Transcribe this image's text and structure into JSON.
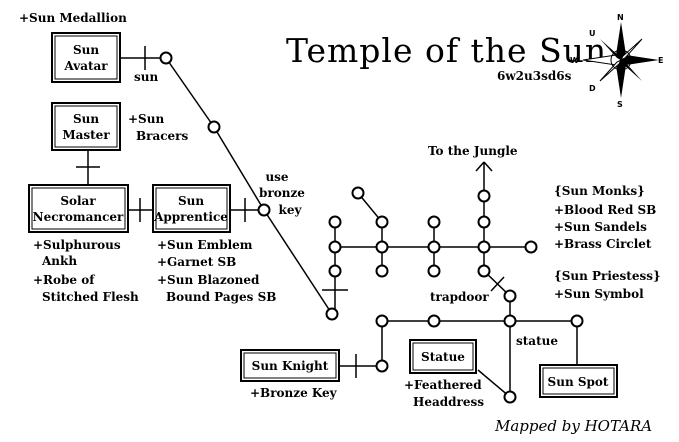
{
  "title": "Temple of the Sun",
  "code": "6w2u3sd6s",
  "credit": "Mapped by HOTARA",
  "compass": {
    "n": "N",
    "s": "S",
    "e": "E",
    "w": "W",
    "u": "U",
    "d": "D"
  },
  "rooms": {
    "sun_avatar": {
      "line1": "Sun",
      "line2": "Avatar"
    },
    "sun_master": {
      "line1": "Sun",
      "line2": "Master"
    },
    "solar_necromancer": {
      "line1": "Solar",
      "line2": "Necromancer"
    },
    "sun_apprentice": {
      "line1": "Sun",
      "line2": "Apprentice"
    },
    "sun_knight": {
      "label": "Sun Knight"
    },
    "statue": {
      "label": "Statue"
    },
    "sun_spot": {
      "label": "Sun Spot"
    }
  },
  "notes": {
    "avatar_drop": "+Sun Medallion",
    "master_drop1": "+Sun",
    "master_drop2": "Bracers",
    "necro_drop1": "+Sulphurous",
    "necro_drop2": "Ankh",
    "necro_drop3": "+Robe of",
    "necro_drop4": "Stitched Flesh",
    "apprentice_drop1": "+Sun Emblem",
    "apprentice_drop2": "+Garnet SB",
    "apprentice_drop3": "+Sun Blazoned",
    "apprentice_drop4": "Bound Pages SB",
    "knight_drop": "+Bronze Key",
    "statue_drop1": "+Feathered",
    "statue_drop2": "Headdress",
    "monks1": "{Sun Monks}",
    "monks2": "+Blood Red SB",
    "monks3": "+Sun Sandels",
    "monks4": "+Brass Circlet",
    "priestess1": "{Sun Priestess}",
    "priestess2": "+Sun Symbol"
  },
  "labels": {
    "sun": "sun",
    "use1": "use",
    "use2": "bronze",
    "use3": "key",
    "to_jungle": "To the Jungle",
    "trapdoor": "trapdoor",
    "statue_path": "statue"
  }
}
